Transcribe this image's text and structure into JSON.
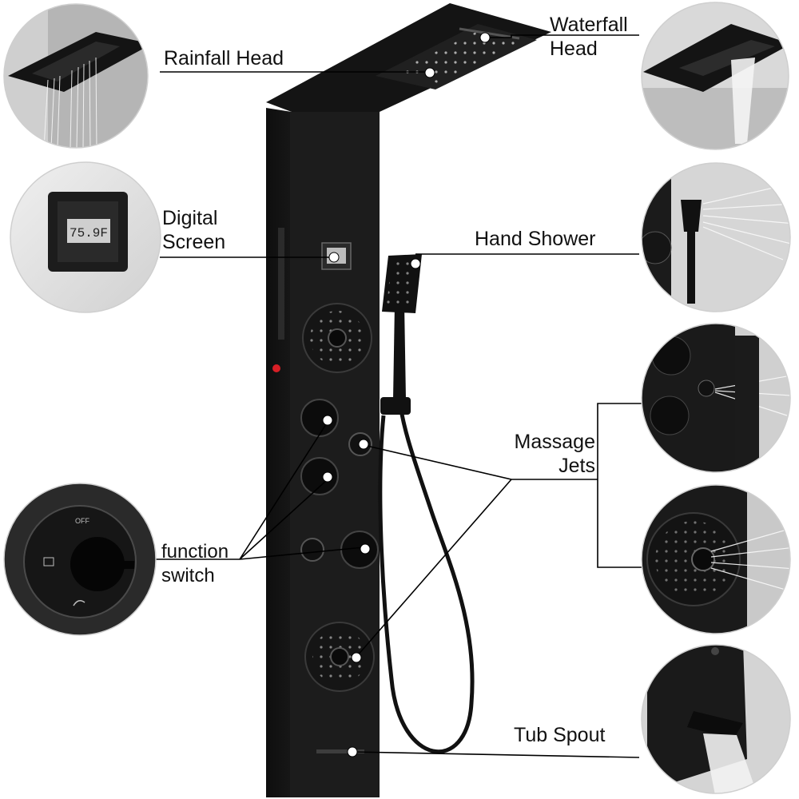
{
  "labels": {
    "rainfall_head": "Rainfall Head",
    "waterfall_head": [
      "Waterfall",
      "Head"
    ],
    "digital_screen": [
      "Digital",
      "Screen"
    ],
    "hand_shower": "Hand Shower",
    "massage_jets": [
      "Massage",
      "Jets"
    ],
    "function_switch": [
      "function",
      "switch"
    ],
    "tub_spout": "Tub Spout"
  },
  "screen_reading": "75.9F",
  "knob_marks": {
    "off": "OFF"
  },
  "icons": [
    "rainfall-closeup",
    "waterfall-closeup",
    "digital-screen-closeup",
    "hand-shower-closeup",
    "massage-jet-closeup",
    "body-jet-closeup",
    "function-switch-closeup",
    "tub-spout-closeup"
  ],
  "colors": {
    "panel": "#1a1a1a",
    "panel_edge": "#2e2e2e",
    "leader": "#000000",
    "inset_bg": "#e6e6e6",
    "indicator": "#d81f26"
  }
}
